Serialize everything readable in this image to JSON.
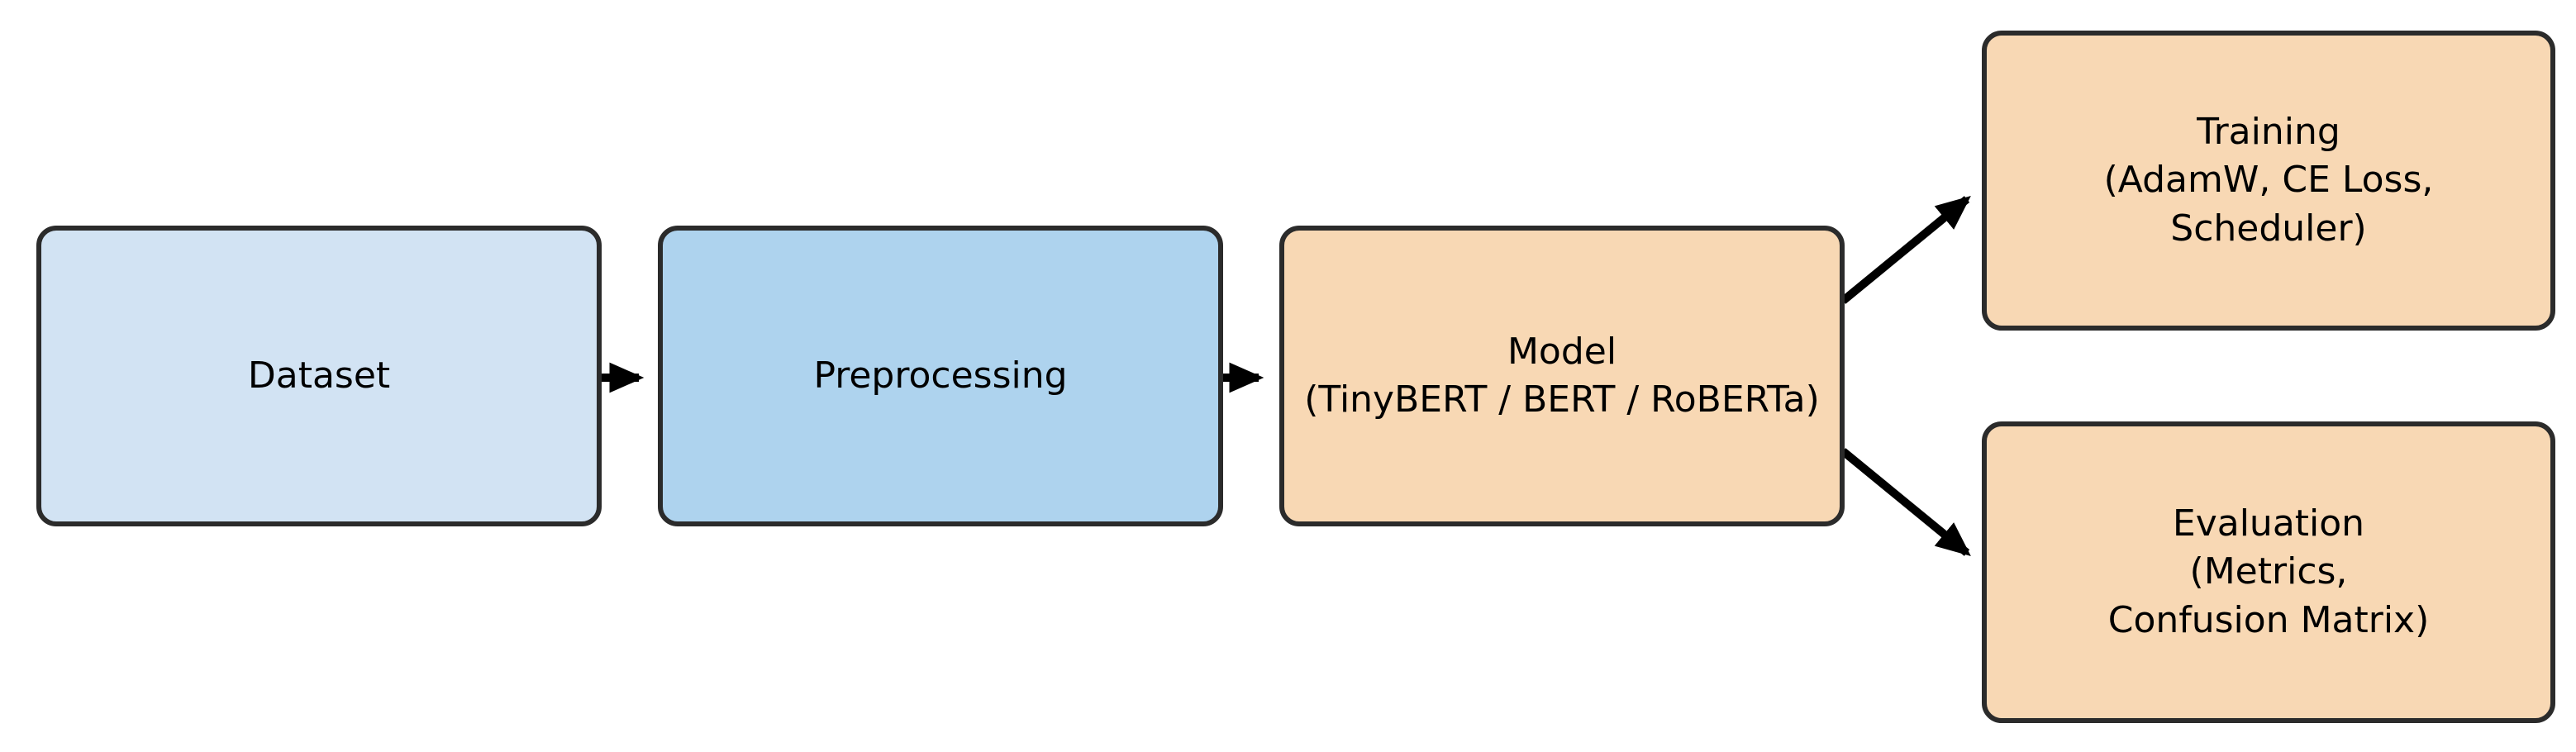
{
  "diagram": {
    "nodes": [
      {
        "id": "dataset",
        "label": "Dataset",
        "fill": "#d2e3f3"
      },
      {
        "id": "preprocessing",
        "label": "Preprocessing",
        "fill": "#aed3ee"
      },
      {
        "id": "model",
        "label": "Model\n(TinyBERT / BERT / RoBERTa)",
        "fill": "#f8d8b4"
      },
      {
        "id": "training",
        "label": "Training\n(AdamW, CE Loss,\nScheduler)",
        "fill": "#f8d8b4"
      },
      {
        "id": "evaluation",
        "label": "Evaluation\n(Metrics,\nConfusion Matrix)",
        "fill": "#f8d8b4"
      }
    ],
    "edges": [
      {
        "from": "dataset",
        "to": "preprocessing"
      },
      {
        "from": "preprocessing",
        "to": "model"
      },
      {
        "from": "model",
        "to": "training"
      },
      {
        "from": "model",
        "to": "evaluation"
      }
    ],
    "colors": {
      "node_border": "#2b2b2b",
      "arrow": "#000000",
      "background": "#ffffff",
      "blue_light": "#d2e3f3",
      "blue": "#aed3ee",
      "peach": "#f8d8b4"
    }
  }
}
